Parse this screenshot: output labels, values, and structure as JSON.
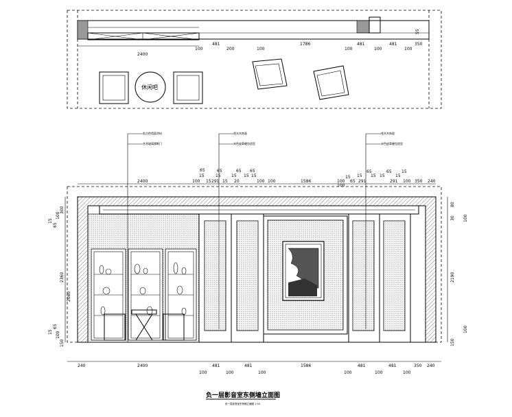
{
  "drawing": {
    "title": "负一层影音室东侧墙立面图",
    "subtitle": "负一层影音室东侧墙立面图 1:50",
    "plan_label": "休闲吧",
    "callouts_left": [
      "乳白色墙面涂料",
      "艺术玻璃隔断门"
    ],
    "callouts_mid": [
      "哑光木饰面",
      "米色皮革硬包造型"
    ],
    "callouts_right": [
      "哑光木饰面",
      "米色皮革硬包造型"
    ]
  },
  "plan_dims": {
    "d1": "2400",
    "d2": "481",
    "d3": "200",
    "d4": "100",
    "d5": "1786",
    "d6": "100",
    "d7": "481",
    "d8": "481",
    "d9": "100",
    "d10": "350",
    "d11": "55"
  },
  "elev_top_dims": {
    "a1": "2400",
    "a2": "100",
    "a3": "15",
    "a4": "65",
    "a5": "291",
    "a6": "15",
    "a7": "65",
    "a8": "15",
    "a9": "20",
    "a10": "15",
    "a11": "65",
    "a12": "15",
    "a13": "100",
    "a14": "100",
    "a15": "1586",
    "a16": "100",
    "a17": "15",
    "a18": "65",
    "a19": "291",
    "a20": "15",
    "a21": "65",
    "a22": "15",
    "a23": "291",
    "a24": "15",
    "a25": "100",
    "a26": "350",
    "a27": "240"
  },
  "elev_bottom_dims": {
    "b1": "240",
    "b2": "2400",
    "b3": "100",
    "b4": "481",
    "b5": "100",
    "b6": "100",
    "b7": "1586",
    "b8": "100",
    "b9": "481",
    "b10": "100",
    "b11": "350",
    "b12": "240"
  },
  "elev_left_dims": {
    "l1": "300",
    "l2": "100",
    "l3": "15",
    "l4": "65",
    "l5": "2360",
    "l6": "2080",
    "l7": "65",
    "l8": "15",
    "l9": "100",
    "l10": "150"
  },
  "elev_right_dims": {
    "r1": "80",
    "r2": "30",
    "r3": "100",
    "r4": "2190",
    "r5": "100",
    "r6": "150"
  }
}
